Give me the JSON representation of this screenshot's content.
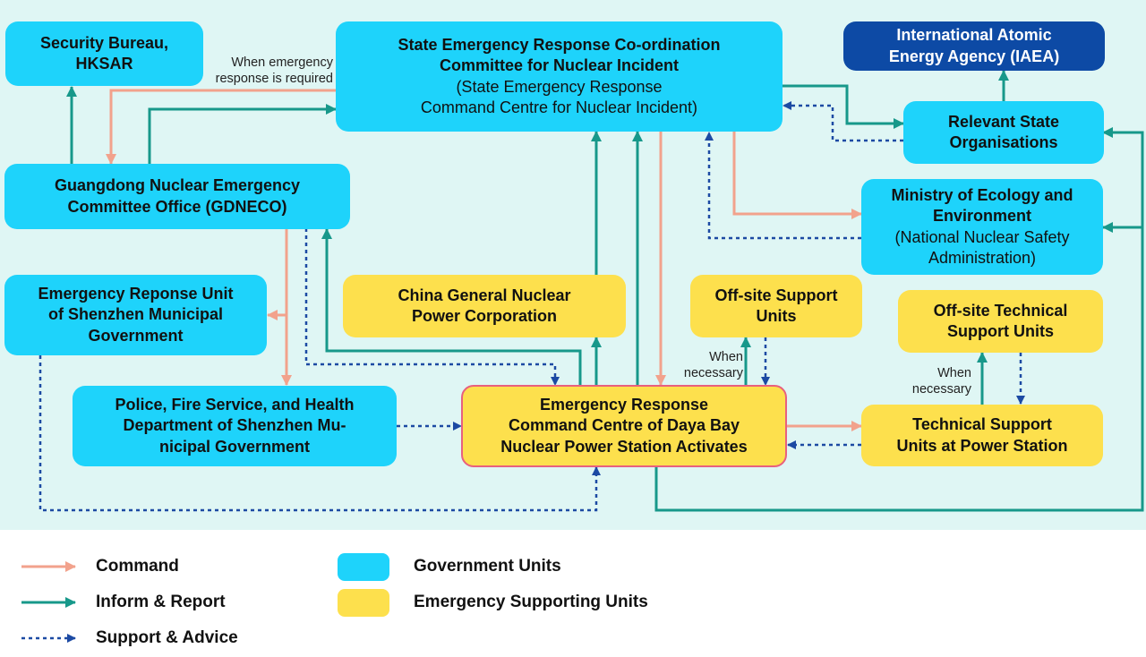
{
  "colors": {
    "command": "#f2a28c",
    "inform": "#17988a",
    "support": "#1c4aa3",
    "government": "#1ed3fb",
    "supporting": "#fde04d",
    "background": "#dff6f4"
  },
  "nodes": {
    "security_bureau": {
      "line1": "Security Bureau,",
      "line2": "HKSAR"
    },
    "state_committee": {
      "line1": "State Emergency Response Co-ordination",
      "line2": "Committee for Nuclear Incident",
      "line3": "(State Emergency Response",
      "line4": "Command Centre for Nuclear Incident)"
    },
    "iaea": {
      "line1": "International Atomic",
      "line2": "Energy Agency (IAEA)"
    },
    "relevant_state": {
      "line1": "Relevant State",
      "line2": "Organisations"
    },
    "gdneco": {
      "line1": "Guangdong Nuclear Emergency",
      "line2": "Committee Office (GDNECO)"
    },
    "ministry": {
      "line1": "Ministry of Ecology and",
      "line2": "Environment",
      "line3": "(National Nuclear Safety",
      "line4": "Administration)"
    },
    "shenzhen_unit": {
      "line1": "Emergency Reponse Unit",
      "line2": "of Shenzhen Municipal",
      "line3": "Government"
    },
    "cgn": {
      "line1": "China General Nuclear",
      "line2": "Power Corporation"
    },
    "offsite_support": {
      "line1": "Off-site Support",
      "line2": "Units"
    },
    "offsite_technical": {
      "line1": "Off-site Technical",
      "line2": "Support Units"
    },
    "police_fire": {
      "line1": "Police, Fire Service, and Health",
      "line2": "Department of Shenzhen Mu-",
      "line3": "nicipal Government"
    },
    "daya_bay": {
      "line1": "Emergency Response",
      "line2": "Command Centre of Daya Bay",
      "line3": "Nuclear Power Station Activates"
    },
    "tech_support_station": {
      "line1": "Technical Support",
      "line2": "Units at Power Station"
    }
  },
  "notes": {
    "emergency_required": {
      "line1": "When emergency",
      "line2": "response is required"
    },
    "when_necessary_1": {
      "line1": "When",
      "line2": "necessary"
    },
    "when_necessary_2": {
      "line1": "When",
      "line2": "necessary"
    }
  },
  "legend": {
    "command": "Command",
    "inform": "Inform & Report",
    "support": "Support & Advice",
    "government": "Government Units",
    "supporting": "Emergency Supporting Units"
  }
}
